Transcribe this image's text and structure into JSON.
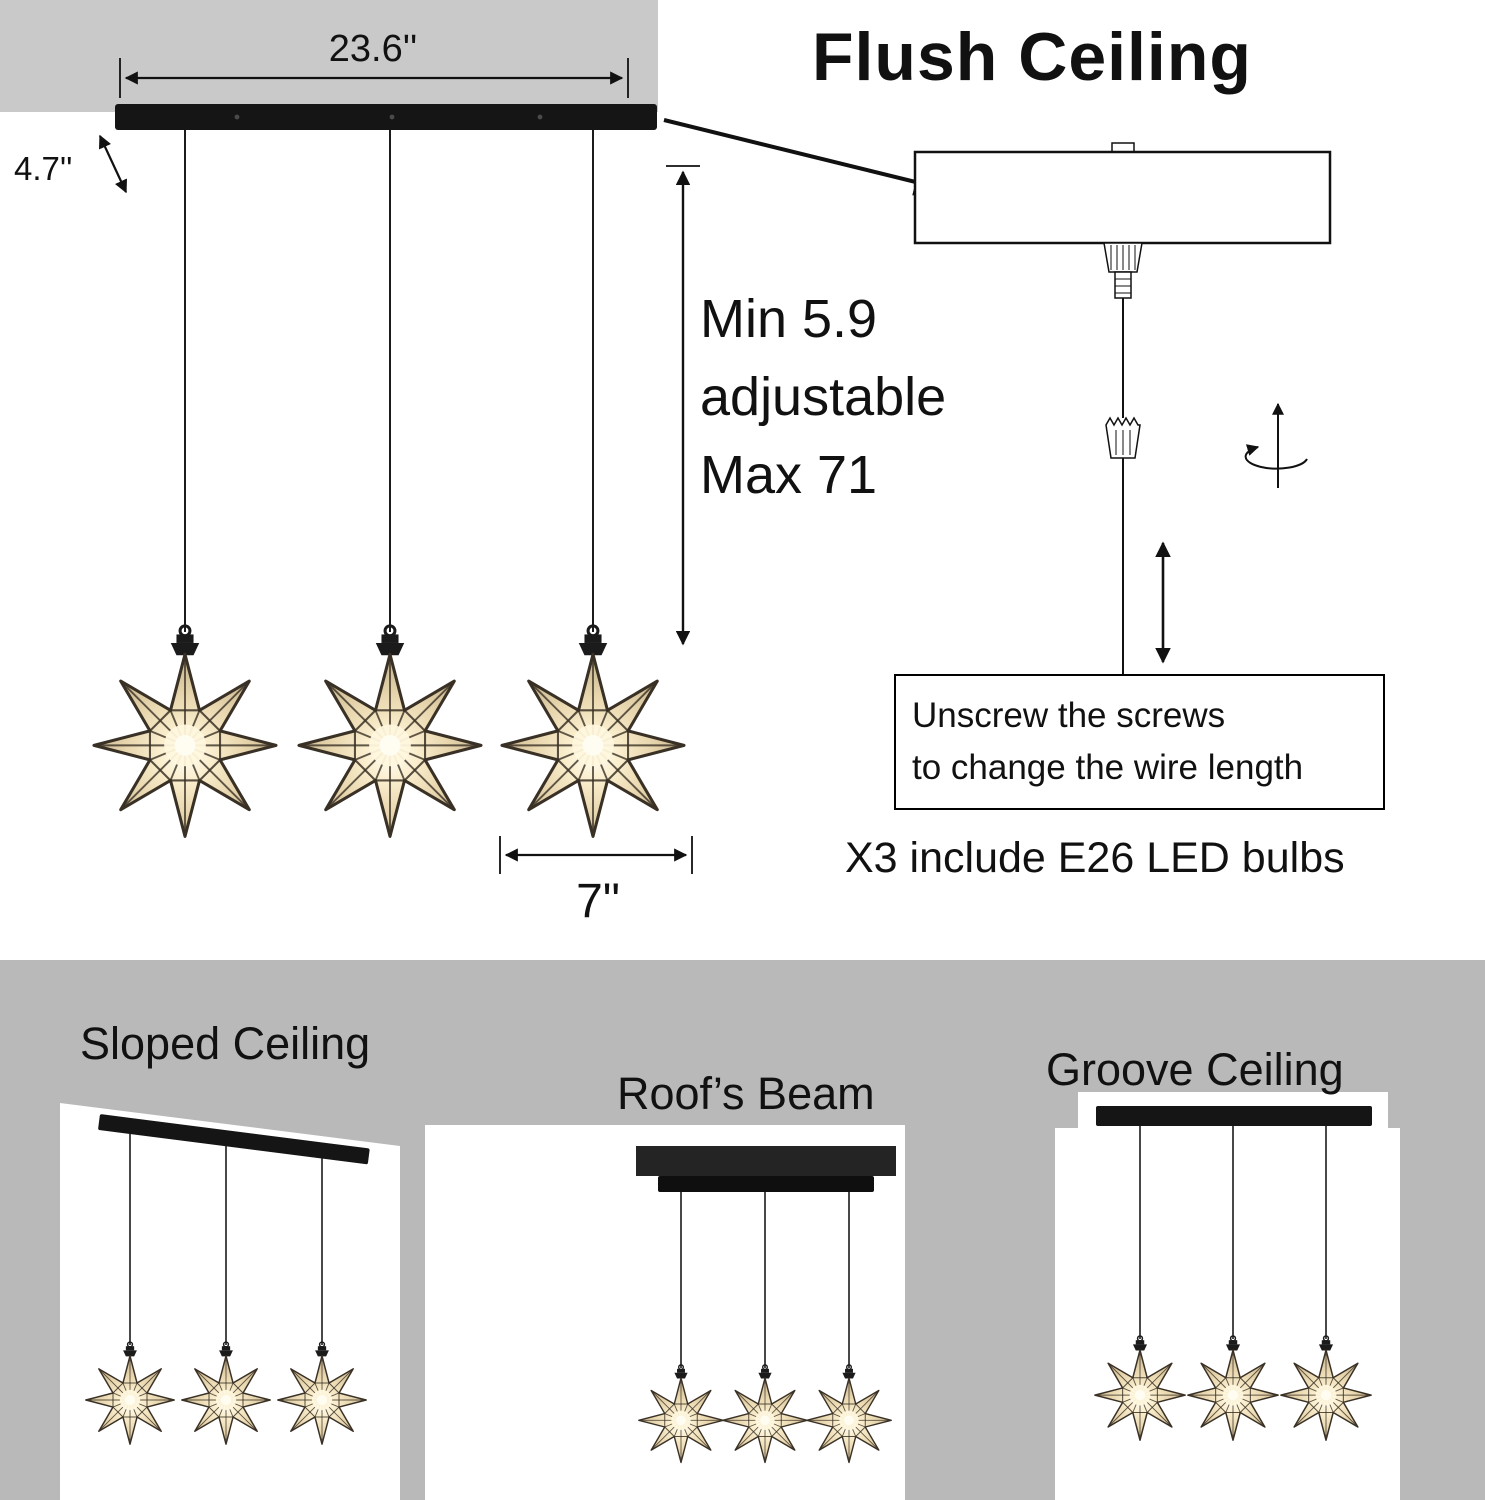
{
  "title": "Flush Ceiling",
  "dims": {
    "canopy_length": "23.6''",
    "canopy_width": "4.7''",
    "drop_min": "Min 5.9",
    "drop_mid": "adjustable",
    "drop_max": "Max 71",
    "shade_width": "7\""
  },
  "note": {
    "line1": "Unscrew the screws",
    "line2": "to change the wire length"
  },
  "bulbs_note": "X3 include E26 LED bulbs",
  "scenes": [
    {
      "label": "Sloped Ceiling"
    },
    {
      "label": "Roof’s Beam"
    },
    {
      "label": "Groove Ceiling"
    }
  ],
  "colors": {
    "ceiling_gray": "#c9c9c9",
    "scene_gray": "#b9b9b9",
    "fixture_black": "#151515",
    "glass_warm": "#f3e4c2",
    "line_black": "#111111"
  }
}
